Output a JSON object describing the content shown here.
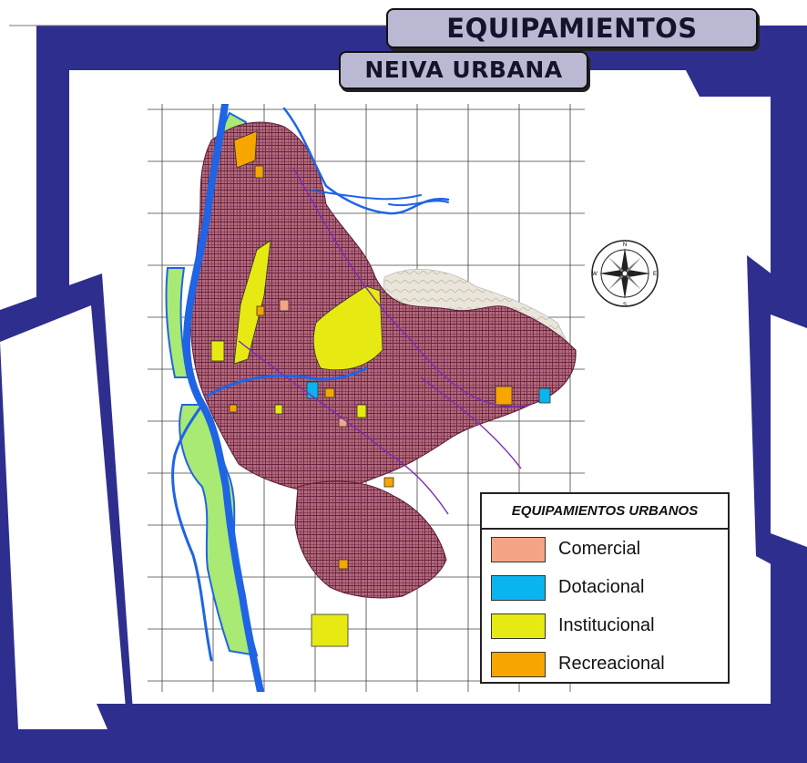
{
  "header": {
    "title": "EQUIPAMIENTOS",
    "subtitle": "NEIVA URBANA"
  },
  "legend": {
    "title": "EQUIPAMIENTOS URBANOS",
    "items": [
      {
        "label": "Comercial",
        "color": "#f4a585"
      },
      {
        "label": "Dotacional",
        "color": "#0ab4ef"
      },
      {
        "label": "Institucional",
        "color": "#e6ea12"
      },
      {
        "label": "Recreacional",
        "color": "#f7a600"
      }
    ]
  },
  "compass": {
    "north": "N",
    "south": "S",
    "east": "E",
    "west": "W"
  },
  "colors": {
    "frame": "#2e2e8f",
    "river": "#1f64e5",
    "floodplain": "#a8ea73",
    "urban": "#8a3a56",
    "title_fill": "#b9b9d3"
  }
}
